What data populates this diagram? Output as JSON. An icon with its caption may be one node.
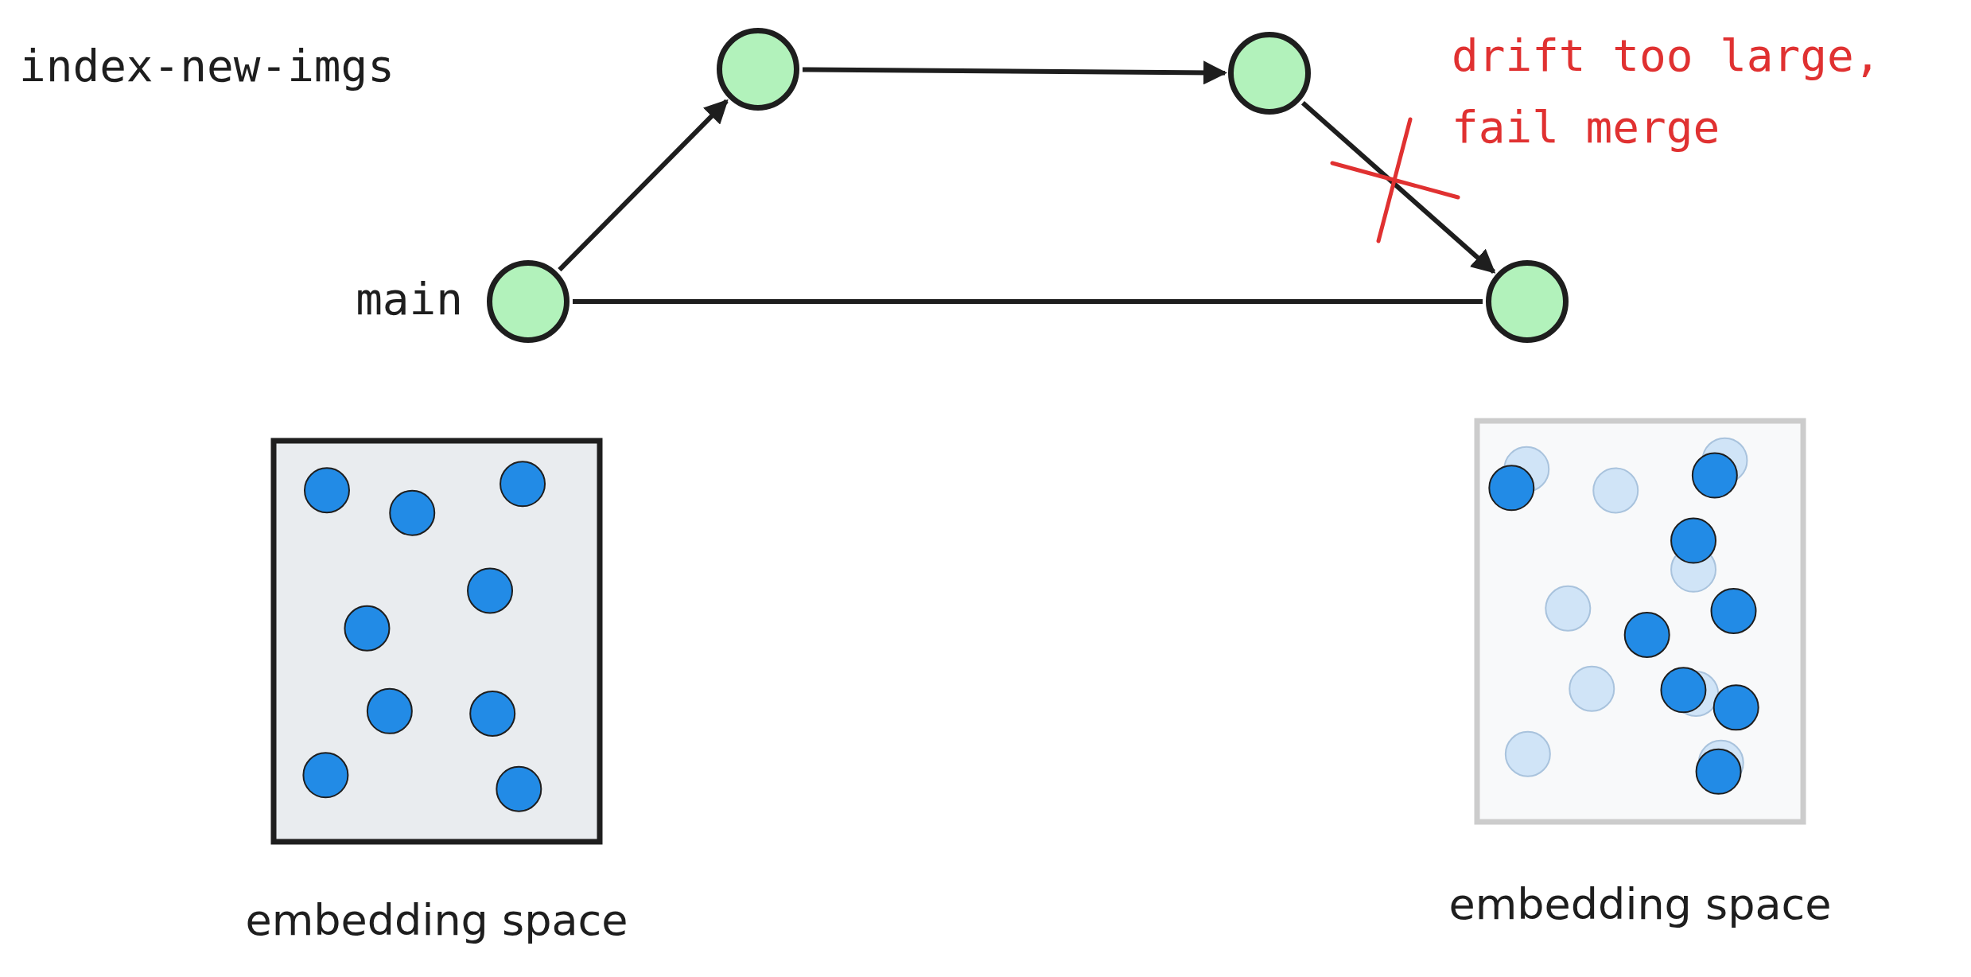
{
  "diagram": {
    "nodes": [
      {
        "text": [],
        "shape": "circle"
      },
      {
        "text": [],
        "shape": "circle"
      },
      {
        "text": [],
        "shape": "circle",
        "beside": [
          "main"
        ]
      },
      {
        "text": [],
        "shape": "circle"
      },
      {
        "text": [
          "embedding space"
        ]
      },
      {
        "text": [
          "embedding space"
        ]
      }
    ],
    "edges": [
      {
        "from": 2,
        "to": 0,
        "arrow": "to"
      },
      {
        "from": 0,
        "to": 1,
        "arrow": "to"
      },
      {
        "from": 1,
        "to": 3,
        "arrow": "to"
      },
      {
        "from": 2,
        "to": 3,
        "arrow": "none"
      }
    ],
    "labels": [
      "index-new-imgs",
      "drift too large, fail merge"
    ]
  }
}
